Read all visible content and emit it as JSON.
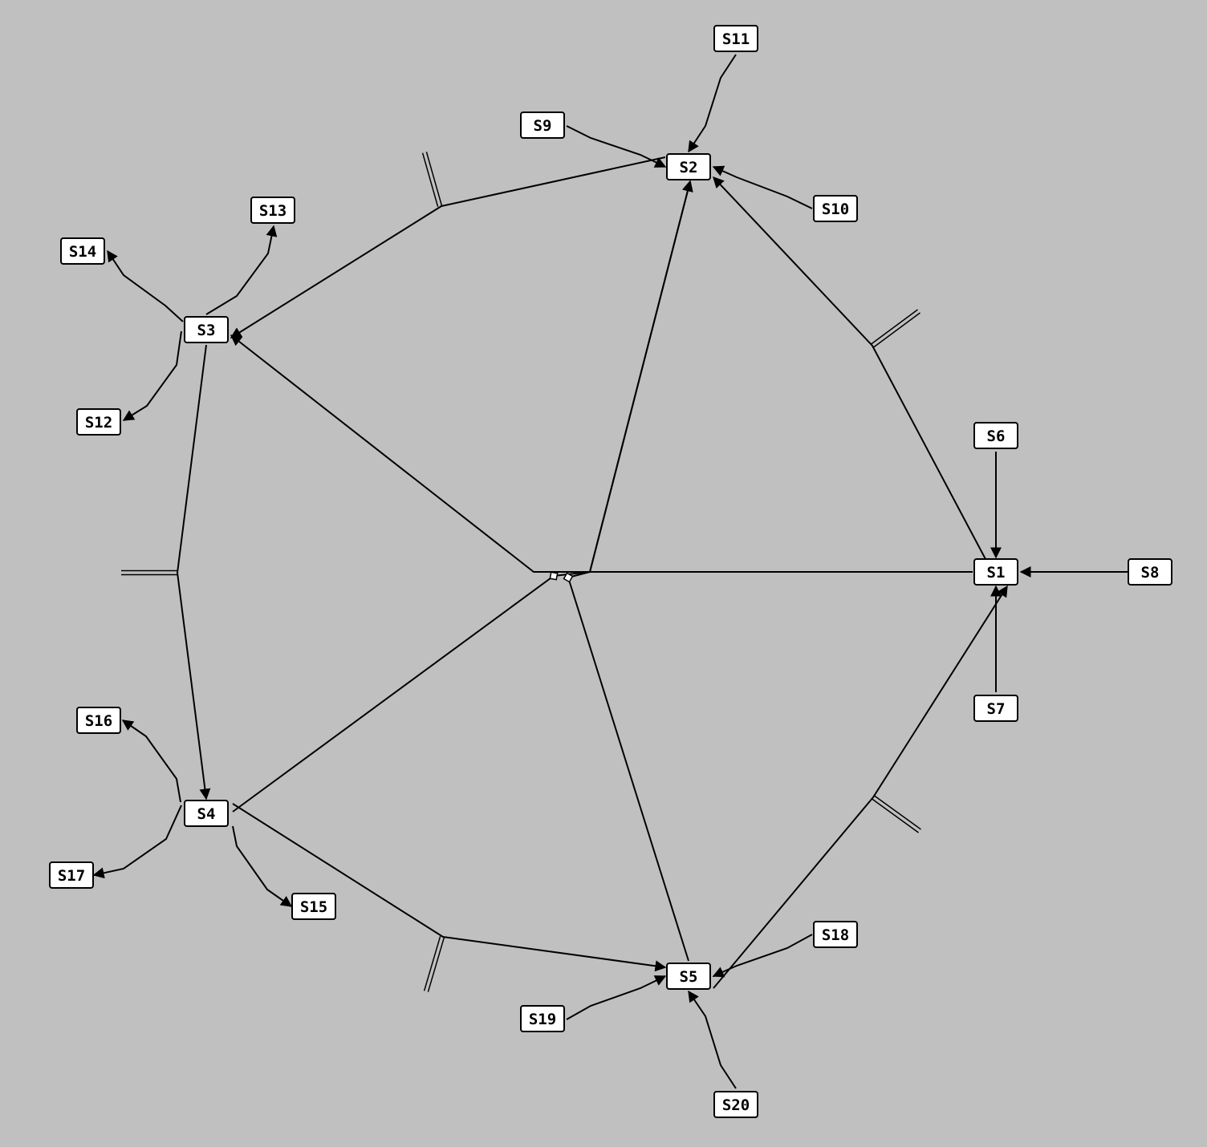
{
  "colors": {
    "background": "#c0c0c0",
    "node_fill": "#ffffff",
    "line": "#000000"
  },
  "nodes": [
    {
      "id": "S1",
      "label": "S1"
    },
    {
      "id": "S2",
      "label": "S2"
    },
    {
      "id": "S3",
      "label": "S3"
    },
    {
      "id": "S4",
      "label": "S4"
    },
    {
      "id": "S5",
      "label": "S5"
    },
    {
      "id": "S6",
      "label": "S6"
    },
    {
      "id": "S7",
      "label": "S7"
    },
    {
      "id": "S8",
      "label": "S8"
    },
    {
      "id": "S9",
      "label": "S9"
    },
    {
      "id": "S10",
      "label": "S10"
    },
    {
      "id": "S11",
      "label": "S11"
    },
    {
      "id": "S12",
      "label": "S12"
    },
    {
      "id": "S13",
      "label": "S13"
    },
    {
      "id": "S14",
      "label": "S14"
    },
    {
      "id": "S15",
      "label": "S15"
    },
    {
      "id": "S16",
      "label": "S16"
    },
    {
      "id": "S17",
      "label": "S17"
    },
    {
      "id": "S18",
      "label": "S18"
    },
    {
      "id": "S19",
      "label": "S19"
    },
    {
      "id": "S20",
      "label": "S20"
    }
  ],
  "edges": [
    {
      "from": "S6",
      "to": "S1"
    },
    {
      "from": "S7",
      "to": "S1"
    },
    {
      "from": "S8",
      "to": "S1"
    },
    {
      "from": "S9",
      "to": "S2"
    },
    {
      "from": "S10",
      "to": "S2"
    },
    {
      "from": "S11",
      "to": "S2"
    },
    {
      "from": "S3",
      "to": "S12"
    },
    {
      "from": "S3",
      "to": "S13"
    },
    {
      "from": "S3",
      "to": "S14"
    },
    {
      "from": "S4",
      "to": "S15"
    },
    {
      "from": "S4",
      "to": "S16"
    },
    {
      "from": "S4",
      "to": "S17"
    },
    {
      "from": "S18",
      "to": "S5"
    },
    {
      "from": "S19",
      "to": "S5"
    },
    {
      "from": "S20",
      "to": "S5"
    },
    {
      "from": "S1",
      "to": "S2"
    },
    {
      "from": "S2",
      "to": "S3"
    },
    {
      "from": "S3",
      "to": "S4"
    },
    {
      "from": "S4",
      "to": "S5"
    },
    {
      "from": "S5",
      "to": "S1"
    },
    {
      "from": "S1",
      "to": "S3"
    },
    {
      "from": "S4",
      "to": "S2"
    },
    {
      "from": "S5",
      "to": "S2"
    }
  ]
}
